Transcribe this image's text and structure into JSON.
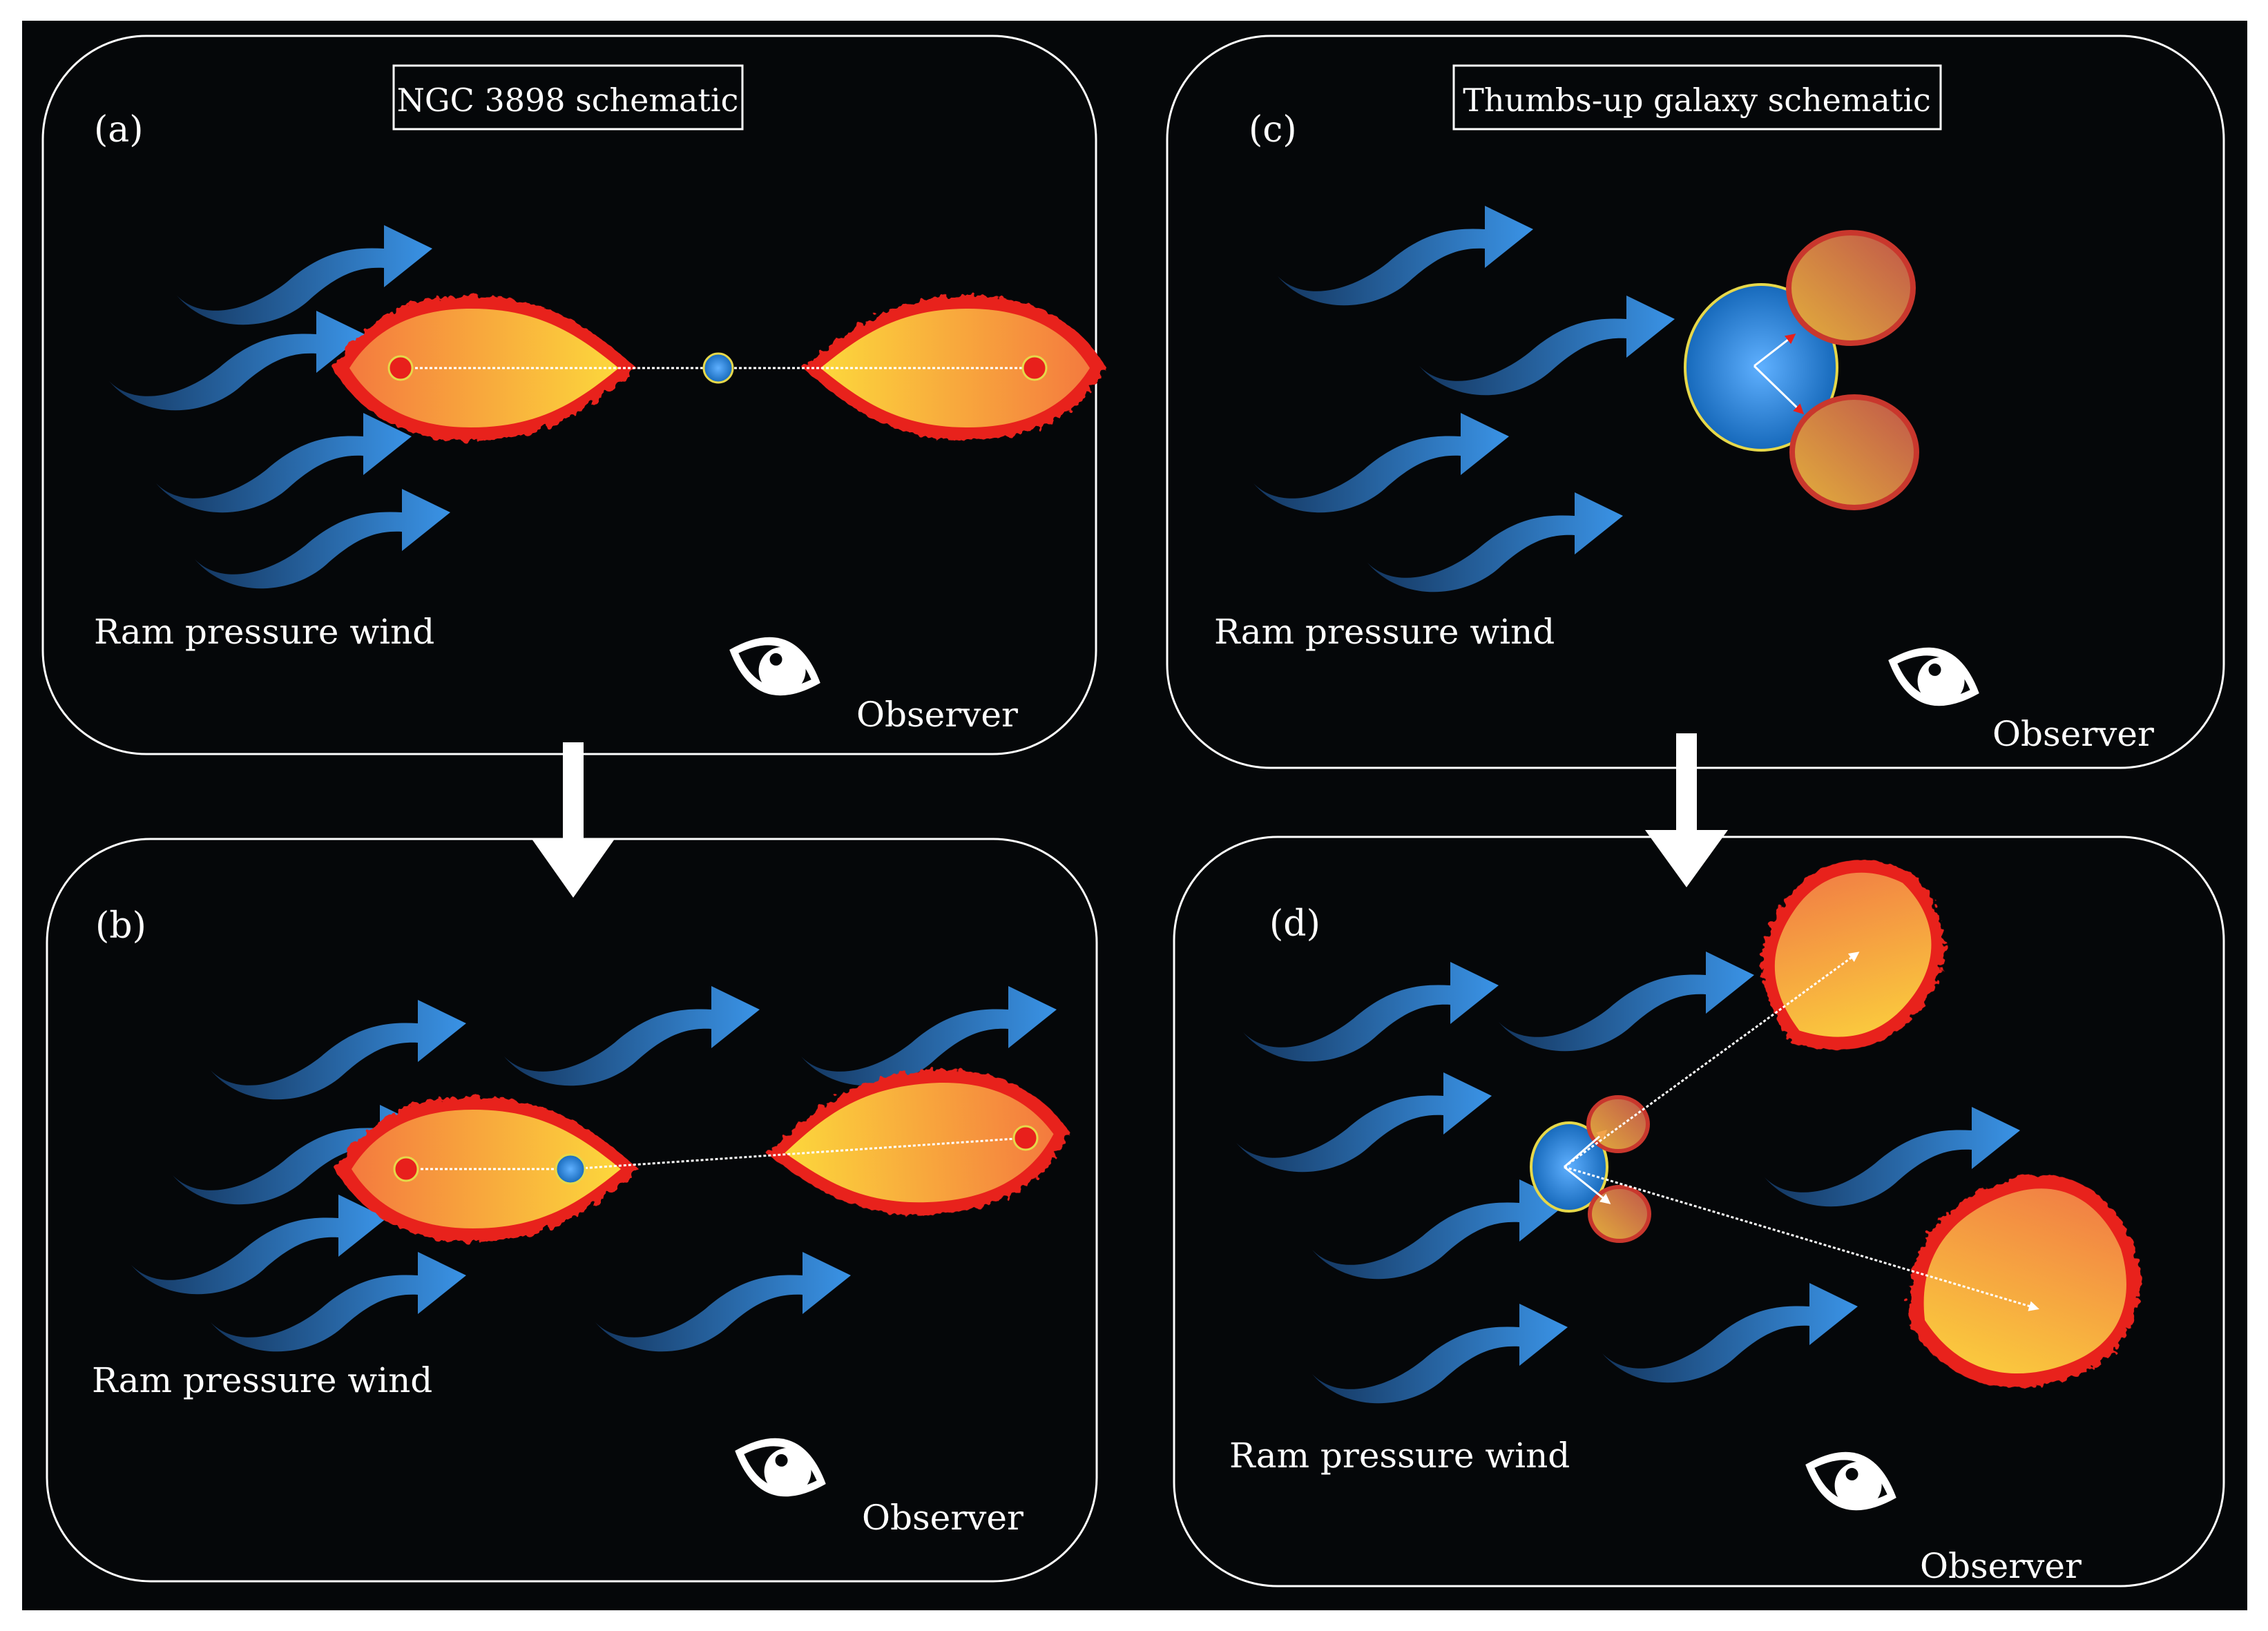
{
  "panels": {
    "a": {
      "letter": "(a)",
      "title": "NGC 3898 schematic",
      "wind_label": "Ram pressure wind",
      "observer_label": "Observer"
    },
    "b": {
      "letter": "(b)",
      "wind_label": "Ram pressure wind",
      "observer_label": "Observer"
    },
    "c": {
      "letter": "(c)",
      "title": "Thumbs-up galaxy schematic",
      "wind_label": "Ram pressure wind",
      "observer_label": "Observer"
    },
    "d": {
      "letter": "(d)",
      "wind_label": "Ram pressure wind",
      "observer_label": "Observer"
    }
  },
  "colors": {
    "background": "#050709",
    "panel_border": "#ffffff",
    "wind_arrow": "#2f7fd6",
    "lobe_fill": "#f7b13c",
    "lobe_edge": "#e8201c",
    "core_fill": "#1f7fd0",
    "core_ring": "#e6d84a"
  },
  "icons": {
    "wind": "wind-arrow-icon",
    "observer": "eye-icon",
    "transition": "down-arrow-icon"
  }
}
